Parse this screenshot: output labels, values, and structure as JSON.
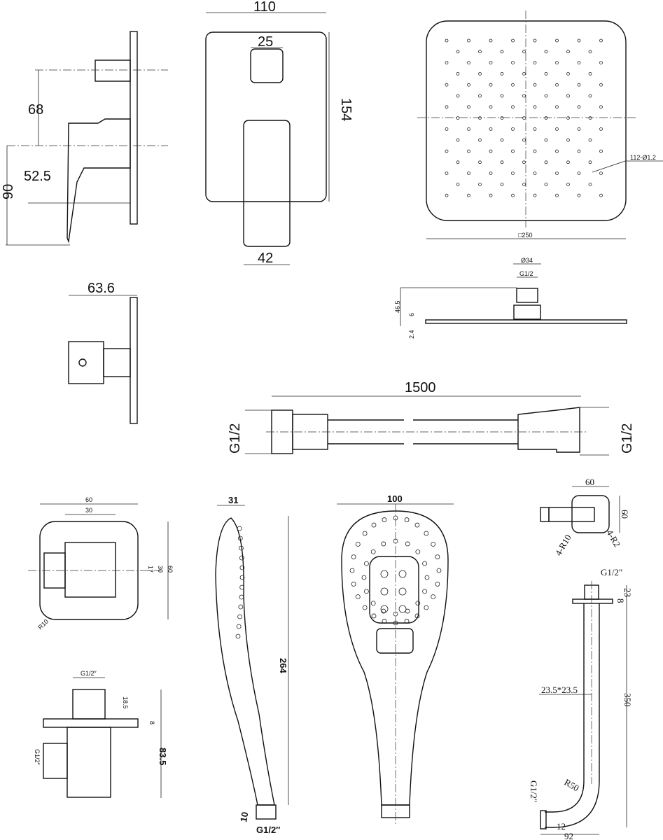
{
  "title": "Concealed shower set technical drawing",
  "mixer": {
    "side_68": "68",
    "side_52_5": "52.5",
    "side_90": "90",
    "front_width": "110",
    "front_button": "25",
    "front_height": "154",
    "front_lever": "42",
    "top_depth": "63.6"
  },
  "rain_head": {
    "nozzles": "112-Ø1.2",
    "size": "□250",
    "collar": "Ø34",
    "thread": "G1/2",
    "height": "46.5",
    "plate": "6",
    "nozzle_height": "2.4"
  },
  "hose": {
    "length": "1500",
    "thread_left": "G1/2",
    "thread_right": "G1/2"
  },
  "wall_outlet": {
    "width": "60",
    "inner_width": "30",
    "dim_17": "17",
    "dim_30": "30",
    "height": "60",
    "radius": "R10",
    "thread_top": "G1/2″",
    "dim_18_5": "18.5",
    "dim_8": "8",
    "depth": "83.5",
    "thread_side": "G1/2″"
  },
  "hand_shower": {
    "thickness": "31",
    "length": "264",
    "thread_len": "10",
    "thread": "G1/2″",
    "width": "100"
  },
  "shower_arm": {
    "flange_w": "60",
    "flange_h": "60",
    "radius_outer": "4-R10",
    "radius_inner": "4-R2",
    "thread_top": "G1/2″",
    "dim_23": "23",
    "dim_8": "8",
    "section": "23.5*23.5",
    "length": "350",
    "bend_radius": "R50",
    "thread_end": "G1/2″",
    "dim_12": "12",
    "reach": "92"
  }
}
